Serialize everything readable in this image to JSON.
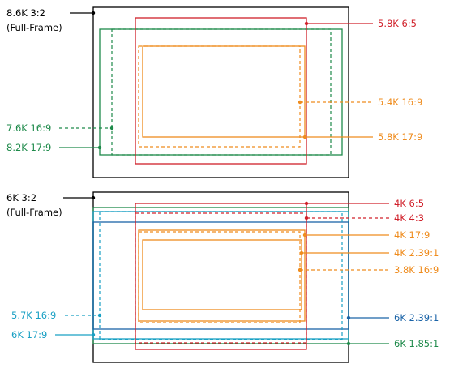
{
  "colors": {
    "sensor_frame": "#000000",
    "red": "#d0202a",
    "orange": "#ef8c1e",
    "green": "#1e8a4a",
    "cyan": "#19a0c4",
    "blue": "#1b64a8"
  },
  "panel_top": {
    "sensor_label_line1": "8.6K 3:2",
    "sensor_label_line2": "(Full-Frame)",
    "labels": {
      "red_6_5": "5.8K 6:5",
      "orange_16_9": "5.4K 16:9",
      "green_16_9": "7.6K 16:9",
      "orange_17_9": "5.8K 17:9",
      "green_17_9": "8.2K 17:9"
    }
  },
  "panel_bottom": {
    "sensor_label_line1": "6K 3:2",
    "sensor_label_line2": "(Full-Frame)",
    "labels": {
      "red_6_5": "4K 6:5",
      "red_4_3": "4K 4:3",
      "orange_17_9": "4K 17:9",
      "orange_239": "4K 2.39:1",
      "orange_16_9": "3.8K 16:9",
      "cyan_16_9": "5.7K 16:9",
      "blue_239": "6K 2.39:1",
      "cyan_17_9": "6K 17:9",
      "green_185": "6K 1.85:1"
    }
  }
}
